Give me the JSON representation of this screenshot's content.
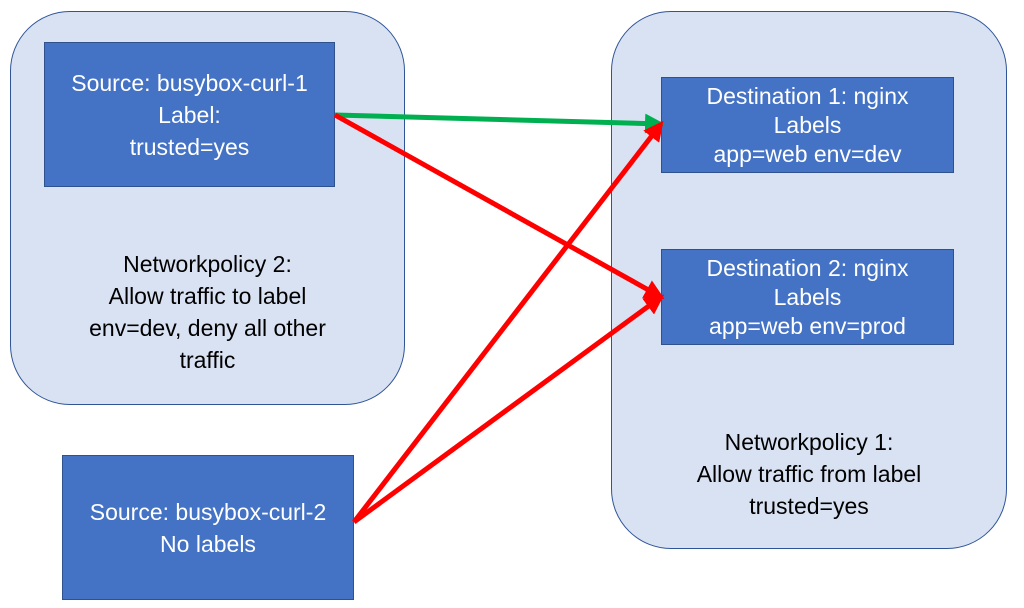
{
  "groups": {
    "left": {
      "policy": [
        "Networkpolicy 2:",
        "Allow traffic to label",
        "env=dev, deny all other",
        "traffic"
      ]
    },
    "right": {
      "policy": [
        "Networkpolicy 1:",
        "Allow traffic from label",
        "trusted=yes"
      ]
    }
  },
  "nodes": {
    "source1": [
      "Source: busybox-curl-1",
      "Label:",
      "trusted=yes"
    ],
    "source2": [
      "Source: busybox-curl-2",
      "No labels"
    ],
    "dest1": [
      "Destination 1: nginx",
      "Labels",
      "app=web env=dev"
    ],
    "dest2": [
      "Destination 2: nginx",
      "Labels",
      "app=web env=prod"
    ]
  },
  "edges": [
    {
      "from": "source1",
      "to": "dest1",
      "status": "allowed",
      "color": "#00b050"
    },
    {
      "from": "source1",
      "to": "dest2",
      "status": "denied",
      "color": "#ff0000"
    },
    {
      "from": "source2",
      "to": "dest1",
      "status": "denied",
      "color": "#ff0000"
    },
    {
      "from": "source2",
      "to": "dest2",
      "status": "denied",
      "color": "#ff0000"
    }
  ],
  "colors": {
    "group_fill": "#d9e2f3",
    "group_border": "#2f5597",
    "node_fill": "#4472c4",
    "allowed": "#00b050",
    "denied": "#ff0000"
  }
}
